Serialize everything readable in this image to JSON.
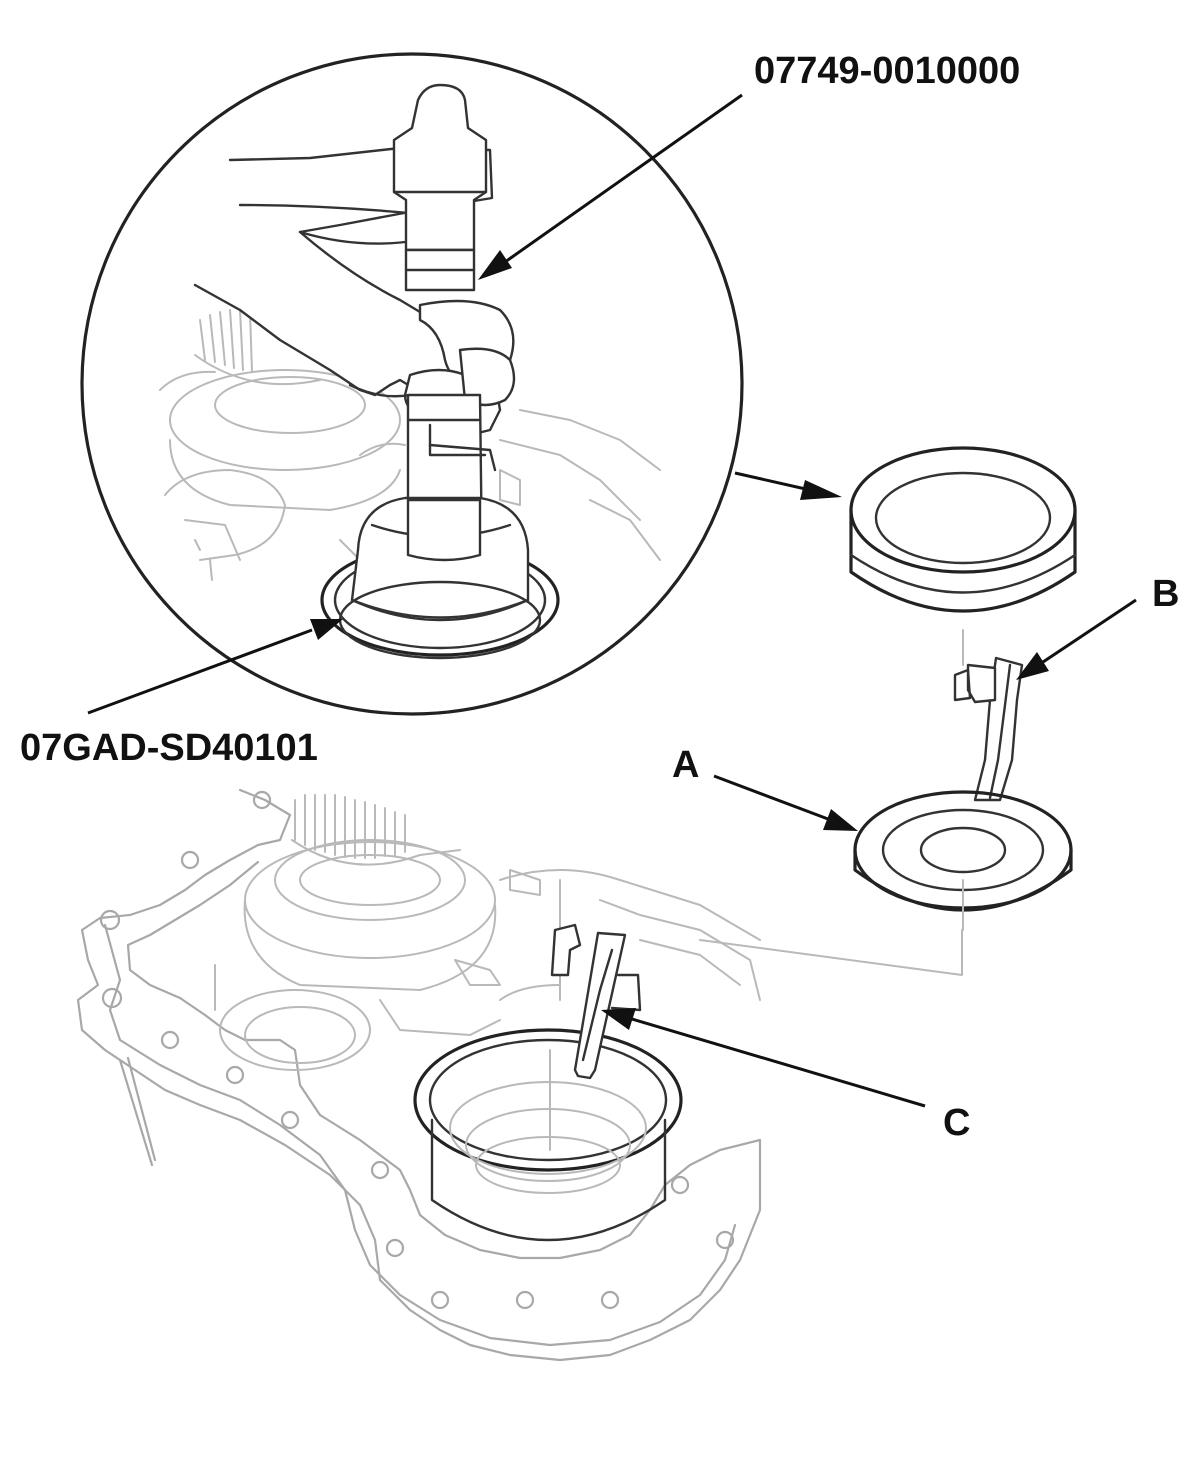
{
  "labels": {
    "tool_driver": "07749-0010000",
    "tool_attachment": "07GAD-SD40101",
    "part_a": "A",
    "part_b": "B",
    "part_c": "C"
  },
  "colors": {
    "outline_dark": "#222222",
    "outline_light": "#b9b9b9",
    "background": "#ffffff"
  }
}
